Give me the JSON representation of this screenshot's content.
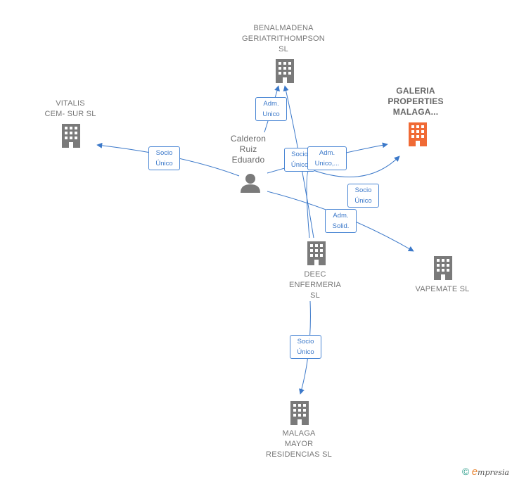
{
  "nodes": {
    "benalmadena": {
      "label": "BENALMADENA\nGERIATRITHOMPSON\nSL",
      "color": "#7a7a7a"
    },
    "vitalis": {
      "label": "VITALIS\nCEM- SUR SL",
      "color": "#7a7a7a"
    },
    "galeria": {
      "label": "GALERIA\nPROPERTIES\nMALAGA...",
      "color": "#f06a35"
    },
    "person": {
      "label": "Calderon\nRuiz\nEduardo",
      "color": "#7a7a7a"
    },
    "deec": {
      "label": "DEEC\nENFERMERIA\nSL",
      "color": "#7a7a7a"
    },
    "vapemate": {
      "label": "VAPEMATE SL",
      "color": "#7a7a7a"
    },
    "malaga": {
      "label": "MALAGA\nMAYOR\nRESIDENCIAS SL",
      "color": "#7a7a7a"
    }
  },
  "edges": {
    "adm_benal": "Adm.\nUnico",
    "socio_vitalis": "Socio\nÚnico",
    "socio_deec_benal": "Socio\nÚnico",
    "adm_galeria": "Adm.\nUnico,...",
    "socio_deec_galeria": "Socio\nÚnico",
    "adm_vapemate": "Adm.\nSolid.",
    "socio_malaga": "Socio\nÚnico"
  },
  "colors": {
    "edge": "#3b78c9",
    "accent": "#f06a35"
  },
  "footer": {
    "symbol": "©",
    "brand_initial": "e",
    "brand_rest": "mpresia"
  }
}
